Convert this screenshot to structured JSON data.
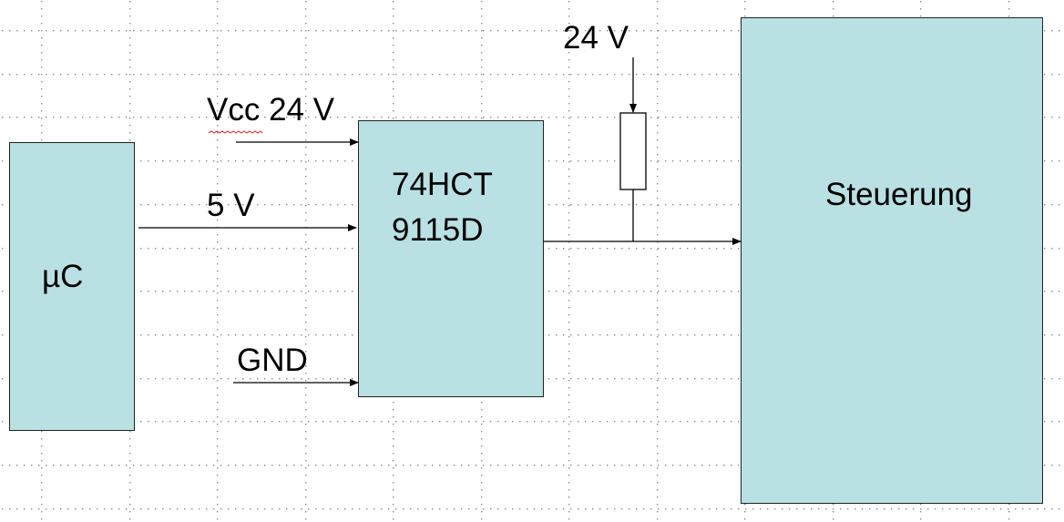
{
  "diagram": {
    "mcu_label": "µC",
    "driver_line1": "74HCT",
    "driver_line2": "9115D",
    "controller_label": "Steuerung",
    "vcc_label": "Vcc 24 V",
    "five_v_label": "5 V",
    "gnd_label": "GND",
    "pullup_label": "24 V"
  },
  "colors": {
    "block_fill": "#b9e0e3",
    "line": "#000000"
  }
}
